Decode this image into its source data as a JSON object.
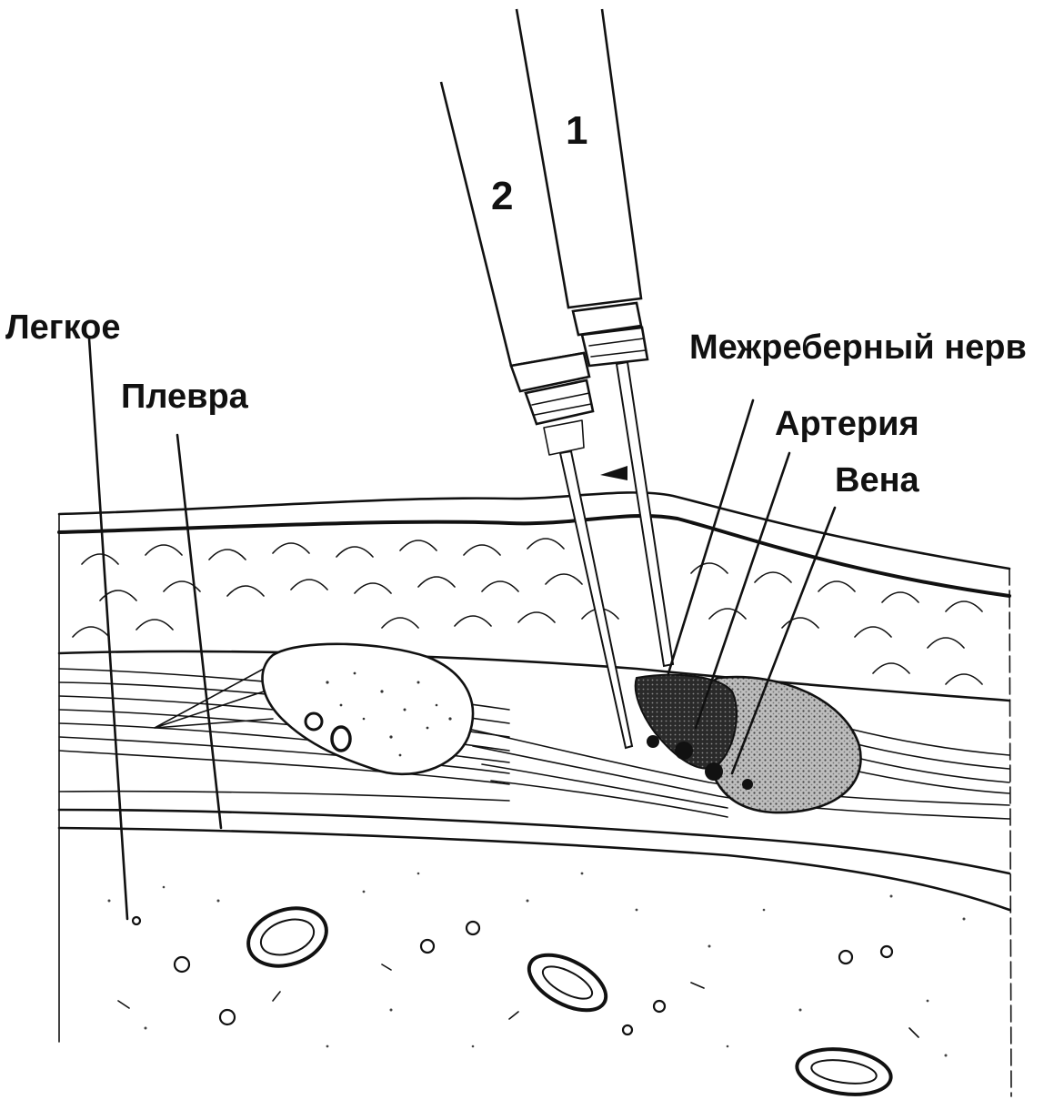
{
  "labels": {
    "lung": "Легкое",
    "pleura": "Плевра",
    "intercostal_nerve": "Межреберный нерв",
    "artery": "Артерия",
    "vein": "Вена",
    "needle_1": "1",
    "needle_2": "2"
  }
}
